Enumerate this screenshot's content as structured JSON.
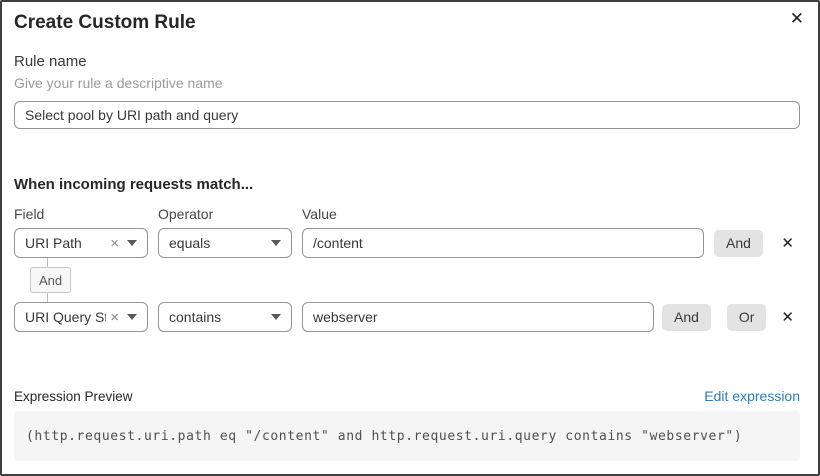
{
  "modal": {
    "title": "Create Custom Rule",
    "close_icon": "✕"
  },
  "rule_name": {
    "label": "Rule name",
    "helper": "Give your rule a descriptive name",
    "value": "Select pool by URI path and query"
  },
  "match": {
    "heading": "When incoming requests match...",
    "columns": {
      "field": "Field",
      "operator": "Operator",
      "value": "Value"
    },
    "connector": "And",
    "rows": [
      {
        "field": "URI Path",
        "operator": "equals",
        "value": "/content",
        "and_label": "And",
        "remove_icon": "✕",
        "clear_icon": "×"
      },
      {
        "field": "URI Query St...",
        "operator": "contains",
        "value": "webserver",
        "and_label": "And",
        "or_label": "Or",
        "remove_icon": "✕",
        "clear_icon": "×"
      }
    ]
  },
  "expression": {
    "label": "Expression Preview",
    "edit_link": "Edit expression",
    "code": "(http.request.uri.path eq \"/content\" and http.request.uri.query contains \"webserver\")"
  },
  "colors": {
    "link_blue": "#2d7ebd",
    "button_gray": "#e3e3e3",
    "code_bg": "#f5f5f5"
  }
}
